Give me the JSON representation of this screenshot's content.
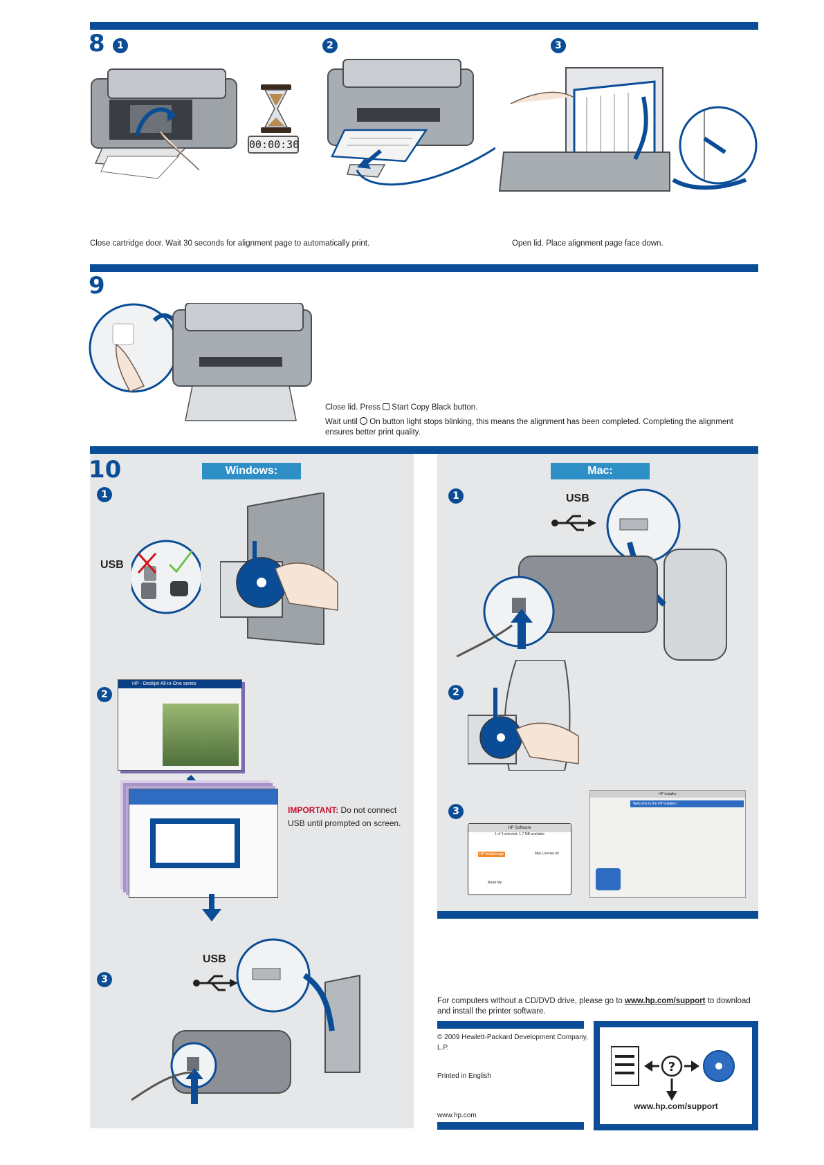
{
  "step8": {
    "number": "8",
    "sub1": "1",
    "sub2": "2",
    "sub3": "3",
    "timer": "00:00:30",
    "caption_left": "Close cartridge door. Wait 30 seconds for alignment page to automatically print.",
    "caption_right": "Open lid. Place alignment page face down."
  },
  "step9": {
    "number": "9",
    "caption1": "Close lid. Press",
    "caption1b": "Start Copy Black button.",
    "caption2": "Wait until",
    "caption2b": "On button light stops blinking, this means the alignment has been completed. Completing the alignment ensures better print quality."
  },
  "step10": {
    "number": "10",
    "windows": {
      "label": "Windows:",
      "sub1": "1",
      "sub2": "2",
      "sub3": "3",
      "usb1": "USB",
      "usb3": "USB",
      "dialog_title": "HP - Deskjet All-in-One series",
      "important_label": "IMPORTANT:",
      "important_text": "Do not connect USB until prompted on screen."
    },
    "mac": {
      "label": "Mac:",
      "sub1": "1",
      "sub2": "2",
      "sub3": "3",
      "usb": "USB",
      "finder_title": "HP Software",
      "finder_status": "1 of 3 selected, 1.7 MB available",
      "file1": "HP Installer.app",
      "file2": "Mac License.txt",
      "file3": "Read Me",
      "installer_title": "HP Installer",
      "installer_heading": "Welcome to the HP Installer!"
    }
  },
  "footer": {
    "no_cd_text1": "For computers without a CD/DVD drive, please go to",
    "no_cd_url": "www.hp.com/support",
    "no_cd_text2": "to download and install the printer software.",
    "copyright": "© 2009 Hewlett-Packard Development Company, L.P.",
    "printed": "Printed in English",
    "website": "www.hp.com",
    "support_url": "www.hp.com/support"
  },
  "colors": {
    "brand_blue": "#0a4d96",
    "pill_blue": "#2e8fc7",
    "panel_gray": "#e6e7e8",
    "important_red": "#c8102e"
  }
}
